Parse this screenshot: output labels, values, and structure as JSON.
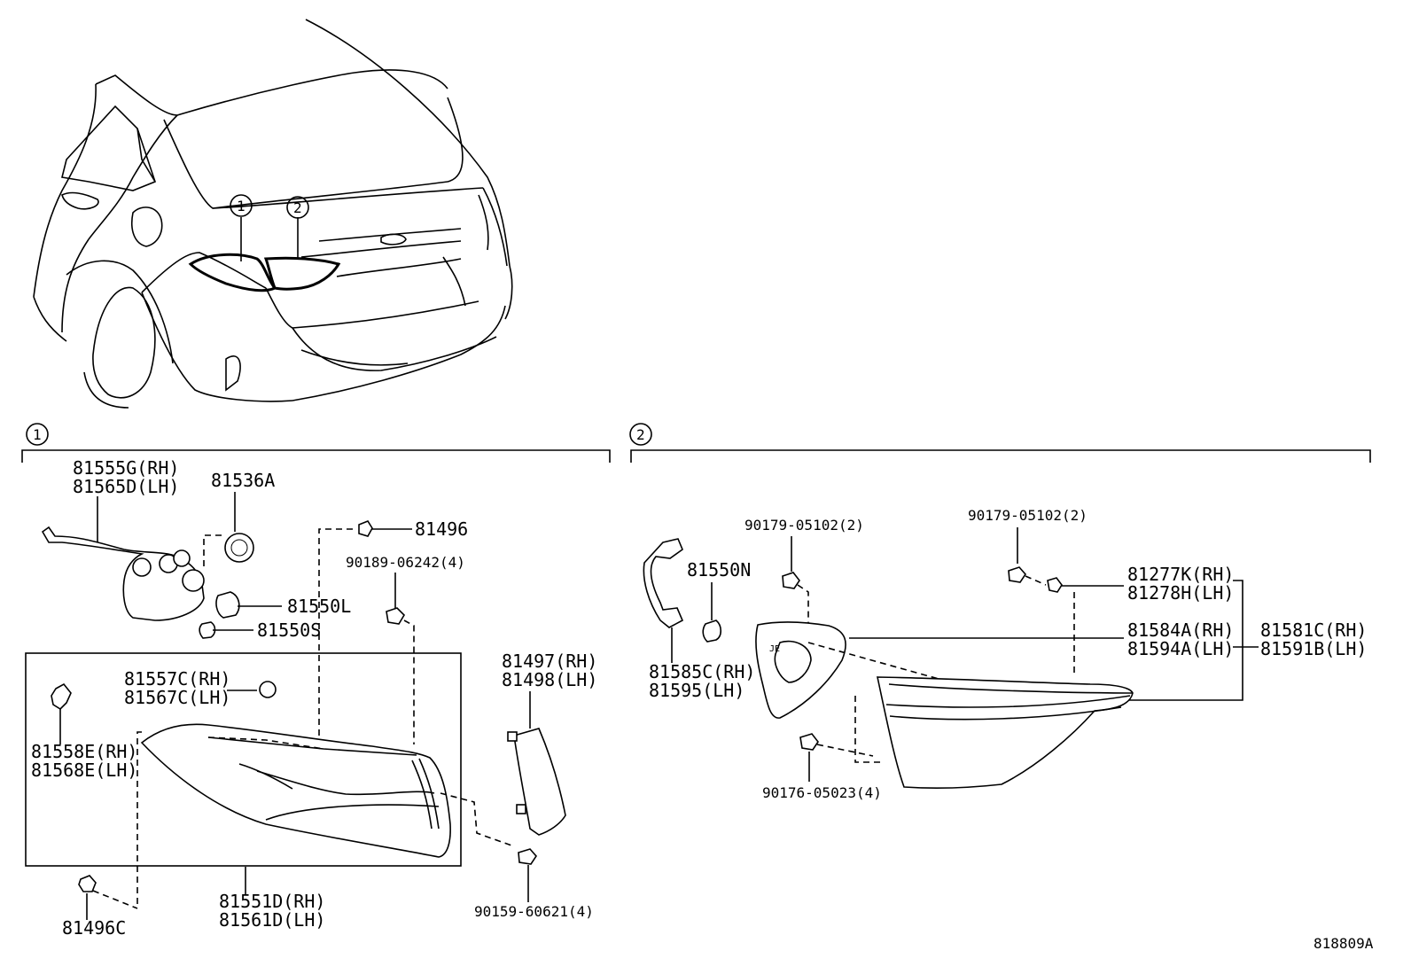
{
  "diagram_id": "818809A",
  "callouts": {
    "one": "1",
    "two": "2"
  },
  "parts": {
    "p81555G": "81555G(RH)",
    "p81565D": "81565D(LH)",
    "p81536A": "81536A",
    "p81496": "81496",
    "p90189": "90189-06242(4)",
    "p81550L": "81550L",
    "p81550S": "81550S",
    "p81557C": "81557C(RH)",
    "p81567C": "81567C(LH)",
    "p81558E": "81558E(RH)",
    "p81568E": "81568E(LH)",
    "p81497": "81497(RH)",
    "p81498": "81498(LH)",
    "p81551D": "81551D(RH)",
    "p81561D": "81561D(LH)",
    "p81496C": "81496C",
    "p90159": "90159-60621(4)",
    "p90179a": "90179-05102(2)",
    "p90179b": "90179-05102(2)",
    "p81550N": "81550N",
    "p81277K": "81277K(RH)",
    "p81278H": "81278H(LH)",
    "p81584A": "81584A(RH)",
    "p81594A": "81594A(LH)",
    "p81581C": "81581C(RH)",
    "p81591B": "81591B(LH)",
    "p81585C": "81585C(RH)",
    "p81595": "81595(LH)",
    "p90176": "90176-05023(4)"
  }
}
